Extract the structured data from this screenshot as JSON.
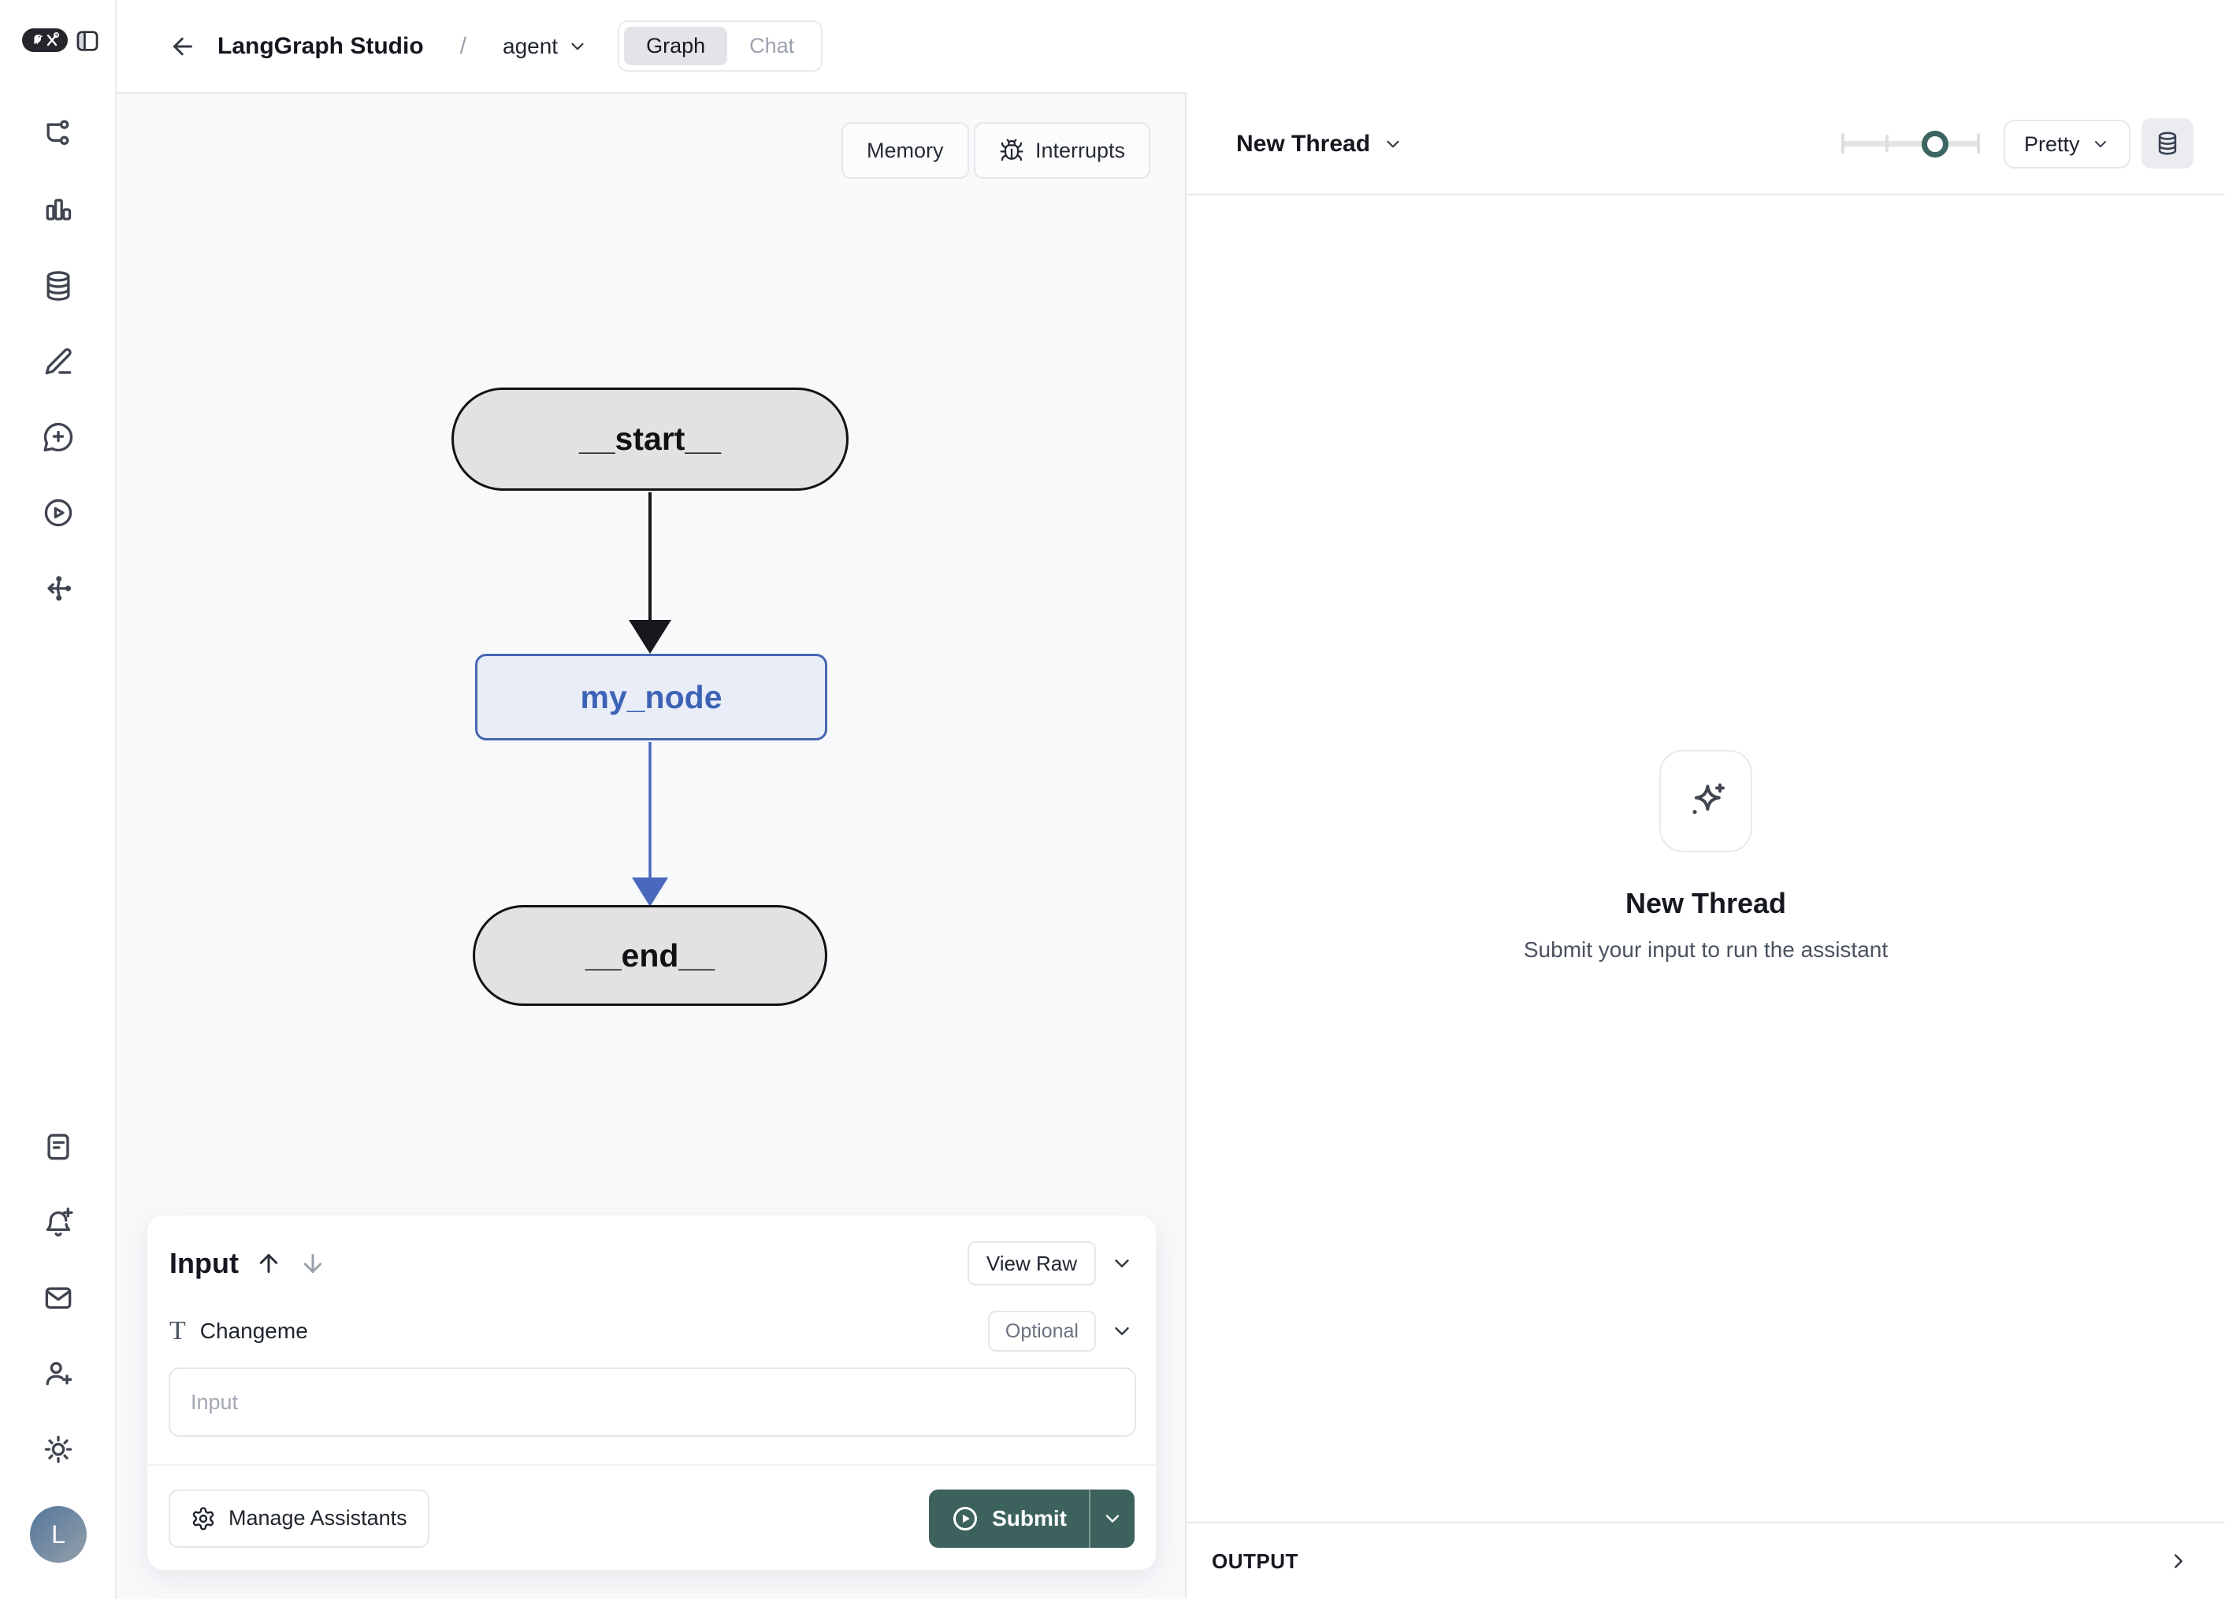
{
  "header": {
    "app_title": "LangGraph Studio",
    "breadcrumb_separator": "/",
    "graph_name": "agent",
    "tabs": {
      "graph": "Graph",
      "chat": "Chat"
    },
    "active_tab": "Graph"
  },
  "sidebar": {
    "icon_names": [
      "workflow-icon",
      "chart-icon",
      "database-icon",
      "edit-icon",
      "new-chat-icon",
      "run-icon",
      "share-icon",
      "notes-icon",
      "notification-plus-icon",
      "mail-icon",
      "user-plus-icon",
      "theme-icon"
    ],
    "avatar_initial": "L"
  },
  "canvas": {
    "toolbar": {
      "memory_label": "Memory",
      "interrupts_label": "Interrupts"
    },
    "graph": {
      "nodes": [
        {
          "id": "__start__",
          "label": "__start__",
          "kind": "start"
        },
        {
          "id": "my_node",
          "label": "my_node",
          "kind": "task"
        },
        {
          "id": "__end__",
          "label": "__end__",
          "kind": "end"
        }
      ],
      "edges": [
        {
          "from": "__start__",
          "to": "my_node",
          "color": "#17181b"
        },
        {
          "from": "my_node",
          "to": "__end__",
          "color": "#4a69bd"
        }
      ]
    }
  },
  "input_panel": {
    "title": "Input",
    "view_raw_label": "View Raw",
    "field": {
      "label": "Changeme",
      "badge": "Optional",
      "placeholder": "Input"
    },
    "manage_assistants_label": "Manage Assistants",
    "submit_label": "Submit"
  },
  "thread_panel": {
    "title": "New Thread",
    "render_mode": "Pretty",
    "empty_state": {
      "title": "New Thread",
      "subtitle": "Submit your input to run the assistant"
    },
    "output_label": "OUTPUT"
  },
  "colors": {
    "accent_teal": "#3d625d",
    "slider_ring": "#3b6560",
    "node_gray_fill": "#e2e2e2",
    "node_blue_fill": "#e9edf8",
    "node_blue_border": "#4767b2",
    "node_blue_text": "#3d63b6",
    "edge_black": "#17181b",
    "edge_blue": "#4a69bd",
    "canvas_bg": "#f8f9fb"
  }
}
